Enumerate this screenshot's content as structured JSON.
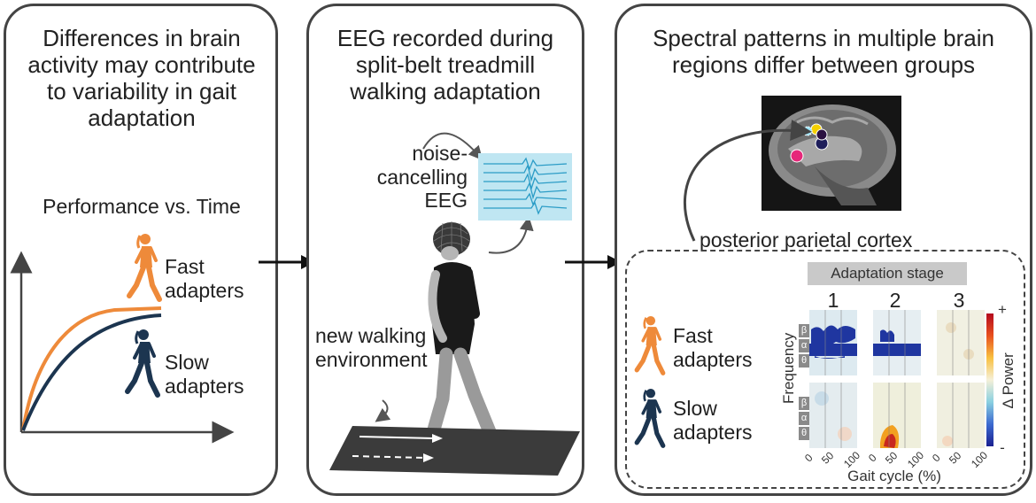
{
  "panel1": {
    "title": "Differences in brain activity may contribute to variability in gait adaptation",
    "plot_title": "Performance vs. Time",
    "fast_label": "Fast adapters",
    "slow_label": "Slow adapters"
  },
  "panel2": {
    "title": "EEG recorded during split-belt treadmill walking adaptation",
    "eeg_label": "noise-cancelling EEG",
    "env_label": "new walking environment"
  },
  "panel3": {
    "title": "Spectral patterns in multiple brain regions differ between groups",
    "region_label": "posterior parietal cortex",
    "stage_header": "Adaptation stage",
    "stages": [
      "1",
      "2",
      "3"
    ],
    "fast_label": "Fast adapters",
    "slow_label": "Slow adapters",
    "y_axis": "Frequency",
    "x_axis": "Gait cycle (%)",
    "x_ticks": [
      "0",
      "50",
      "100"
    ],
    "bands": [
      "β",
      "α",
      "θ"
    ],
    "colorbar_label": "Δ Power",
    "colorbar_max": "+",
    "colorbar_min": "-"
  },
  "colors": {
    "orange": "#ee8a3a",
    "navy": "#1c3550",
    "panel_border": "#444444",
    "eeg_box": "#bfe6f2"
  },
  "icons": [
    "walking-woman-icon",
    "eeg-cap-icon",
    "brain-mri-icon",
    "treadmill-icon"
  ]
}
